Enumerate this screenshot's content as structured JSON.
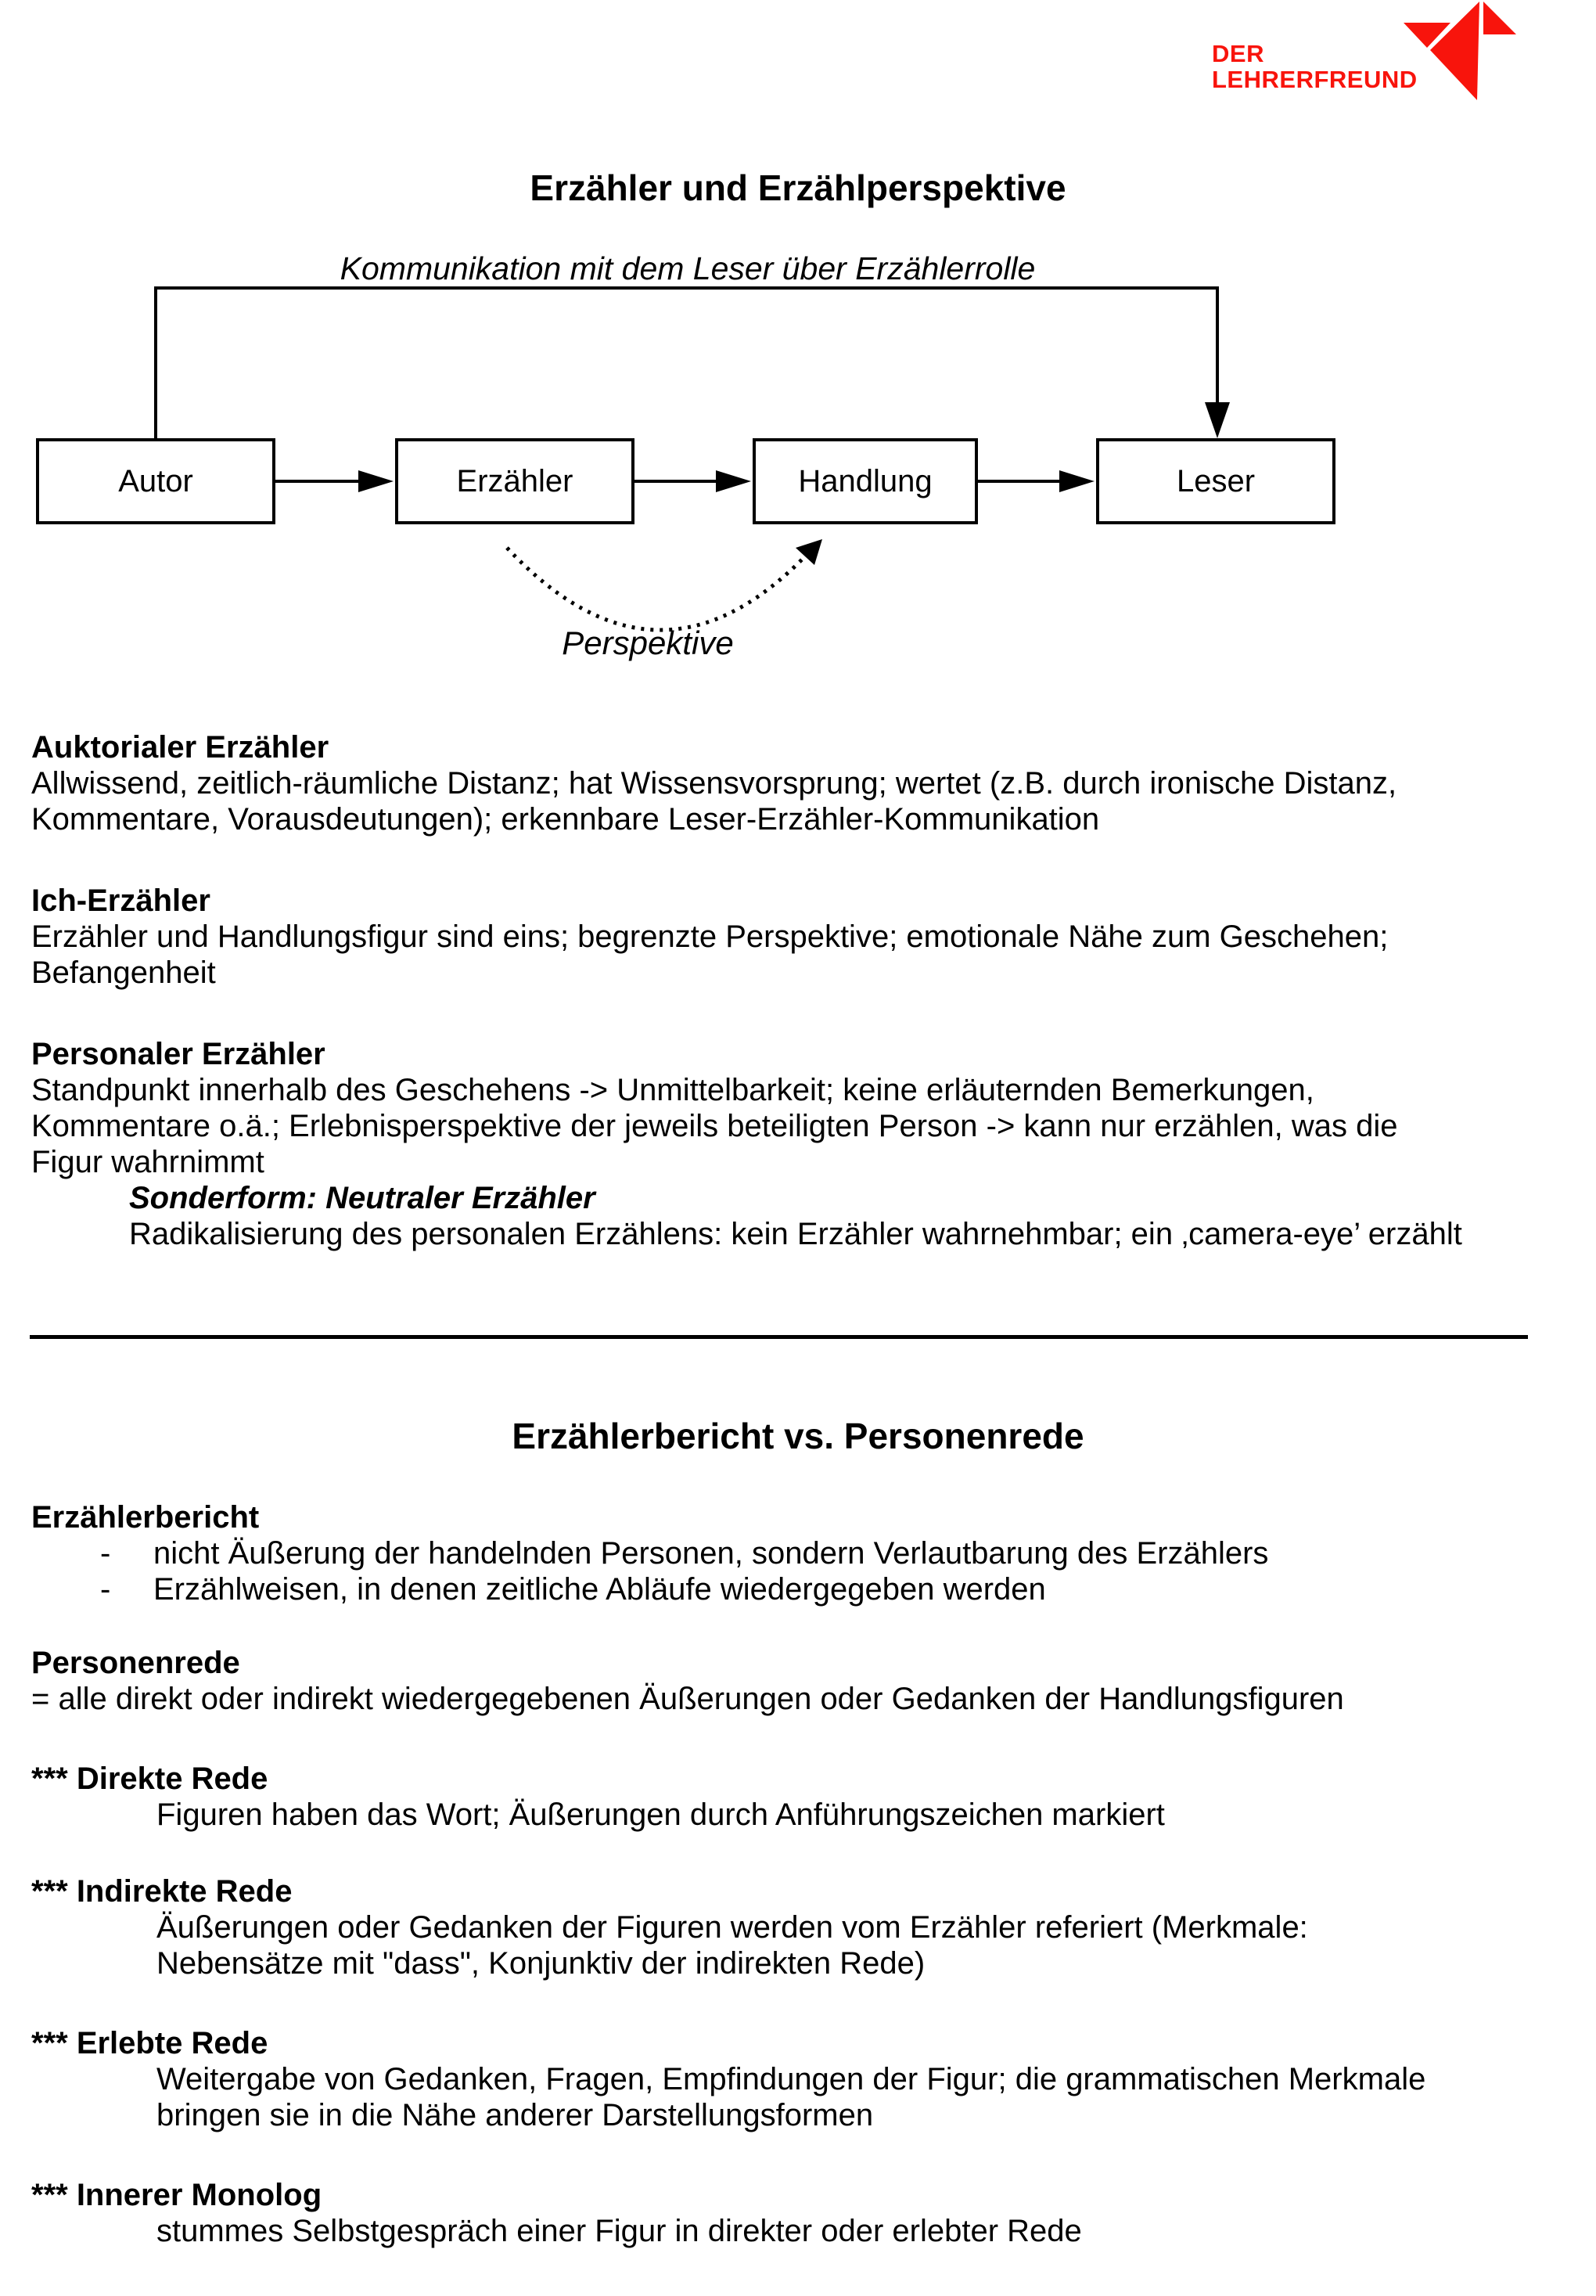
{
  "logo": {
    "line1": "DER",
    "line2": "LEHRERFREUND",
    "color": "#f8140c",
    "mark": "origami-bird-icon"
  },
  "doc": {
    "title": "Erzähler und Erzählperspektive",
    "diagram": {
      "bracket_label": "Kommunikation mit dem Leser über Erzählerrolle",
      "nodes": [
        "Autor",
        "Erzähler",
        "Handlung",
        "Leser"
      ],
      "curve_label": "Perspektive"
    },
    "narrators": [
      {
        "heading": "Auktorialer Erzähler",
        "lines": [
          "Allwissend, zeitlich-räumliche Distanz; hat Wissensvorsprung; wertet (z.B. durch ironische Distanz,",
          "Kommentare, Vorausdeutungen); erkennbare Leser-Erzähler-Kommunikation"
        ]
      },
      {
        "heading": "Ich-Erzähler",
        "lines": [
          "Erzähler und Handlungsfigur sind eins; begrenzte Perspektive; emotionale Nähe zum Geschehen;",
          "Befangenheit"
        ]
      },
      {
        "heading": "Personaler Erzähler",
        "lines": [
          "Standpunkt innerhalb des Geschehens -> Unmittelbarkeit; keine erläuternden Bemerkungen,",
          "Kommentare o.ä.; Erlebnisperspektive der jeweils beteiligten Person -> kann nur erzählen, was die",
          "Figur wahrnimmt"
        ],
        "sub_heading": "Sonderform: Neutraler Erzähler",
        "sub_line": "Radikalisierung des personalen Erzählens: kein Erzähler wahrnehmbar; ein ‚camera-eye’ erzählt"
      }
    ],
    "section2": {
      "title": "Erzählerbericht vs. Personenrede",
      "bullet_marker": "-",
      "erzaehlerbericht": {
        "heading": "Erzählerbericht",
        "bullets": [
          "nicht Äußerung der handelnden Personen, sondern Verlautbarung des Erzählers",
          "Erzählweisen, in denen zeitliche Abläufe wiedergegeben werden"
        ]
      },
      "personenrede": {
        "heading": "Personenrede",
        "line": "= alle direkt oder indirekt wiedergegebenen Äußerungen oder Gedanken der Handlungsfiguren"
      },
      "rede_formen": [
        {
          "heading": "*** Direkte Rede",
          "lines": [
            "Figuren haben das Wort; Äußerungen durch Anführungszeichen markiert"
          ]
        },
        {
          "heading": "*** Indirekte Rede",
          "lines": [
            "Äußerungen oder Gedanken der Figuren werden vom Erzähler referiert (Merkmale:",
            "Nebensätze mit \"dass\", Konjunktiv der indirekten Rede)"
          ]
        },
        {
          "heading": "*** Erlebte Rede",
          "lines": [
            "Weitergabe von Gedanken, Fragen, Empfindungen der Figur; die grammatischen Merkmale",
            "bringen sie in die Nähe anderer Darstellungsformen"
          ]
        },
        {
          "heading": "*** Innerer Monolog",
          "lines": [
            "stummes Selbstgespräch einer Figur in direkter oder erlebter Rede"
          ]
        }
      ]
    }
  }
}
